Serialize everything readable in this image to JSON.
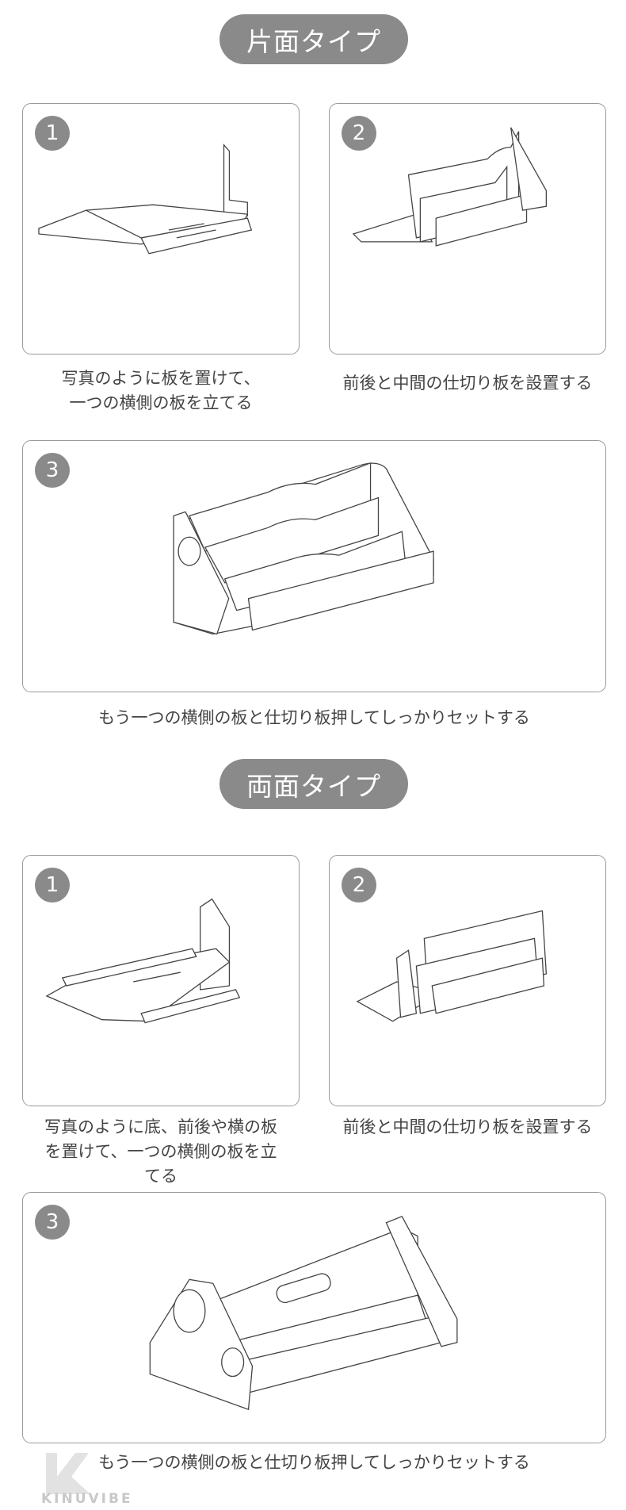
{
  "sections": [
    {
      "title": "片面タイプ",
      "steps": [
        {
          "number": "1",
          "caption_lines": [
            "写真のように板を置けて、",
            "一つの横側の板を立てる"
          ]
        },
        {
          "number": "2",
          "caption_lines": [
            "前後と中間の仕切り板を設置する"
          ]
        },
        {
          "number": "3",
          "caption_lines": [
            "もう一つの横側の板と仕切り板押してしっかりセットする"
          ]
        }
      ]
    },
    {
      "title": "両面タイプ",
      "steps": [
        {
          "number": "1",
          "caption_lines": [
            "写真のように底、前後や横の板",
            "を置けて、一つの横側の板を立",
            "てる"
          ]
        },
        {
          "number": "2",
          "caption_lines": [
            "前後と中間の仕切り板を設置する"
          ]
        },
        {
          "number": "3",
          "caption_lines": [
            "もう一つの横側の板と仕切り板押してしっかりセットする"
          ]
        }
      ]
    }
  ],
  "watermark": "KINUVIBE",
  "colors": {
    "badge": "#8a8a8a",
    "border": "#9a9a9a"
  }
}
